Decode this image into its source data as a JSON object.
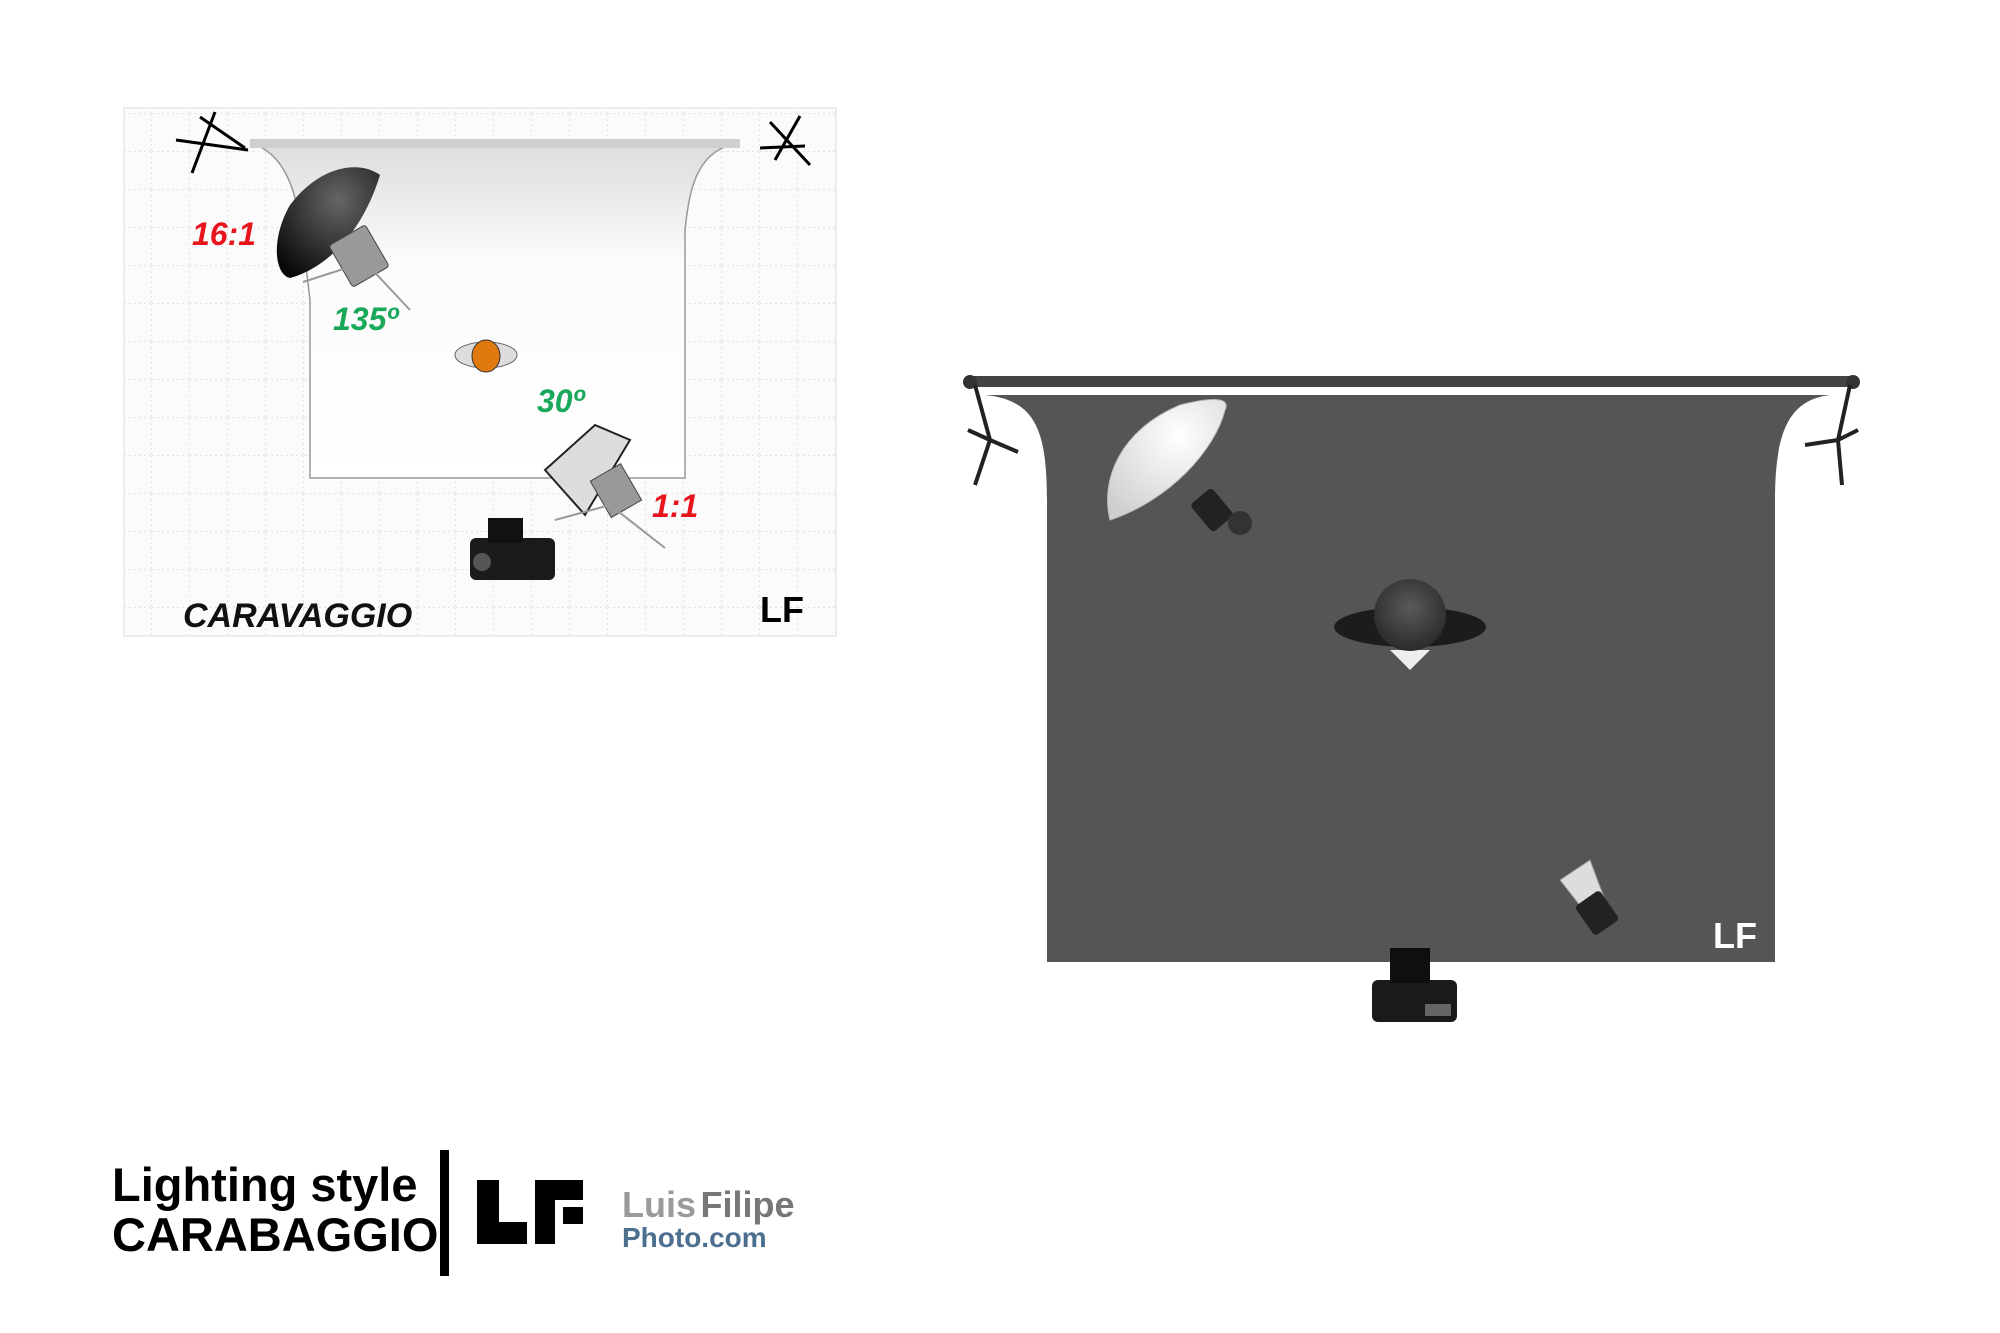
{
  "left_diagram": {
    "title": "CARAVAGGIO",
    "key_light_ratio": "16:1",
    "key_light_angle": "135º",
    "fill_light_ratio": "1:1",
    "fill_light_angle": "30º",
    "logo": "LF",
    "colors": {
      "ratio": "#e8141c",
      "angle": "#1aa85a",
      "subject": "#e07a10"
    }
  },
  "right_diagram": {
    "logo": "LF",
    "backdrop_color": "#555555"
  },
  "footer": {
    "title_line1": "Lighting style",
    "title_line2": "CARABAGGIO",
    "logo": "LF",
    "brand_first": "Luis",
    "brand_last": "Filipe",
    "brand_domain": "Photo.com"
  }
}
